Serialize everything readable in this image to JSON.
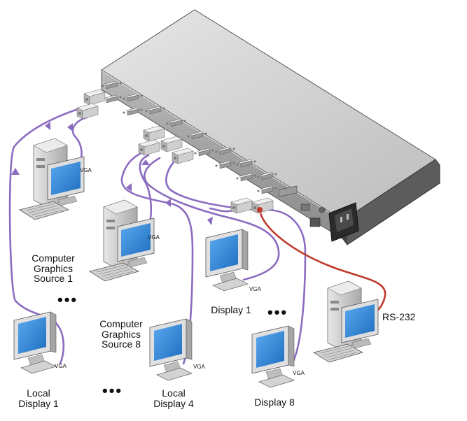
{
  "labels": {
    "source1": [
      "Computer",
      "Graphics",
      "Source 1"
    ],
    "source8": [
      "Computer",
      "Graphics",
      "Source 8"
    ],
    "local_display_1": [
      "Local",
      "Display 1"
    ],
    "local_display_4": [
      "Local",
      "Display 4"
    ],
    "display_1": "Display 1",
    "display_8": "Display 8",
    "rs232": "RS-232",
    "vga": "VGA",
    "ellipsis": "•••"
  },
  "colors": {
    "cable_vga": "#8b6cc0",
    "cable_rs232": "#c0392b",
    "device_top": "#d4d4d4",
    "device_front": "#9c9c9c",
    "screen": "#3e8ed8",
    "pc_body": "#cfcfcf"
  },
  "icons": {
    "computer": "desktop-computer-icon",
    "monitor": "monitor-icon",
    "switcher": "matrix-switcher-icon",
    "connector": "vga-connector-icon"
  }
}
